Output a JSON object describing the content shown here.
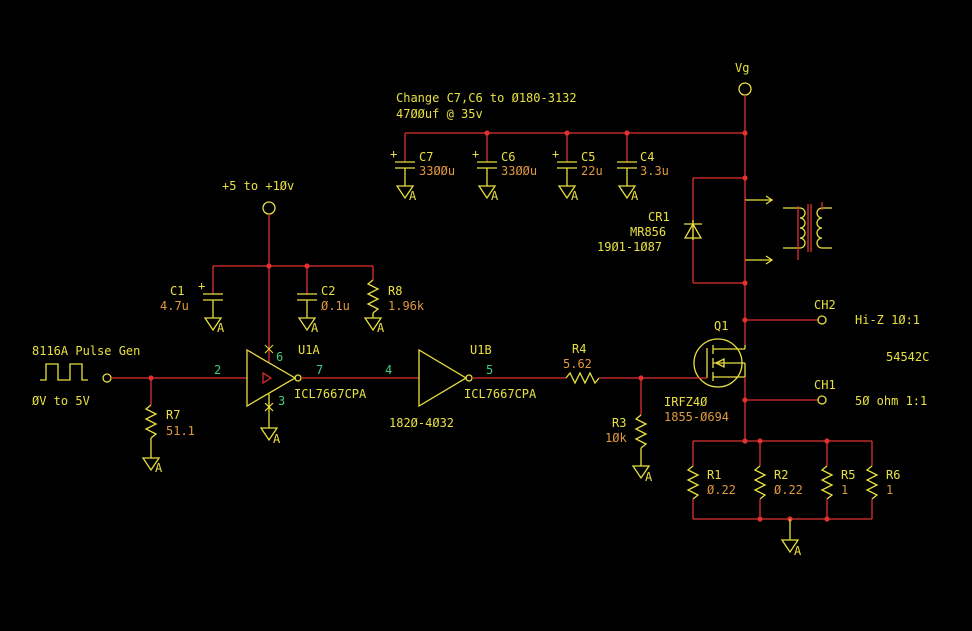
{
  "note": {
    "line1": "Change C7,C6 to Ø180-3132",
    "line2": "47ØØuf @ 35v"
  },
  "supply_vg": "Vg",
  "supply_logic": "+5 to +1Øv",
  "pulse_gen": {
    "name": "8116A Pulse Gen",
    "range": "ØV to 5V"
  },
  "parts": {
    "C1": {
      "ref": "C1",
      "value": "4.7u"
    },
    "C2": {
      "ref": "C2",
      "value": "Ø.1u"
    },
    "R8": {
      "ref": "R8",
      "value": "1.96k"
    },
    "C7": {
      "ref": "C7",
      "value": "33ØØu"
    },
    "C6": {
      "ref": "C6",
      "value": "33ØØu"
    },
    "C5": {
      "ref": "C5",
      "value": "22u"
    },
    "C4": {
      "ref": "C4",
      "value": "3.3u"
    },
    "CR1": {
      "ref": "CR1",
      "value": "MR856",
      "part": "19Ø1-1Ø87"
    },
    "R7": {
      "ref": "R7",
      "value": "51.1"
    },
    "U1A": {
      "ref": "U1A",
      "value": "ICL7667CPA"
    },
    "U1B": {
      "ref": "U1B",
      "value": "ICL7667CPA",
      "part": "182Ø-4Ø32"
    },
    "R4": {
      "ref": "R4",
      "value": "5.62"
    },
    "R3": {
      "ref": "R3",
      "value": "1Øk"
    },
    "Q1": {
      "ref": "Q1",
      "value": "IRFZ4Ø",
      "part": "1855-Ø694"
    },
    "R1": {
      "ref": "R1",
      "value": "Ø.22"
    },
    "R2": {
      "ref": "R2",
      "value": "Ø.22"
    },
    "R5": {
      "ref": "R5",
      "value": "1"
    },
    "R6": {
      "ref": "R6",
      "value": "1"
    }
  },
  "pins": {
    "p2": "2",
    "p7": "7",
    "p4": "4",
    "p5": "5",
    "p6": "6",
    "p3": "3"
  },
  "probes": {
    "ch2": "CH2",
    "ch2_desc": "Hi-Z 1Ø:1",
    "ch1": "CH1",
    "ch1_desc": "5Ø ohm 1:1",
    "scope": "54542C"
  },
  "ground_label": "A",
  "colors": {
    "background": "#000000",
    "wire": "#e03030",
    "symbol": "#e8e040",
    "value": "#e09840",
    "pin": "#40d080"
  }
}
